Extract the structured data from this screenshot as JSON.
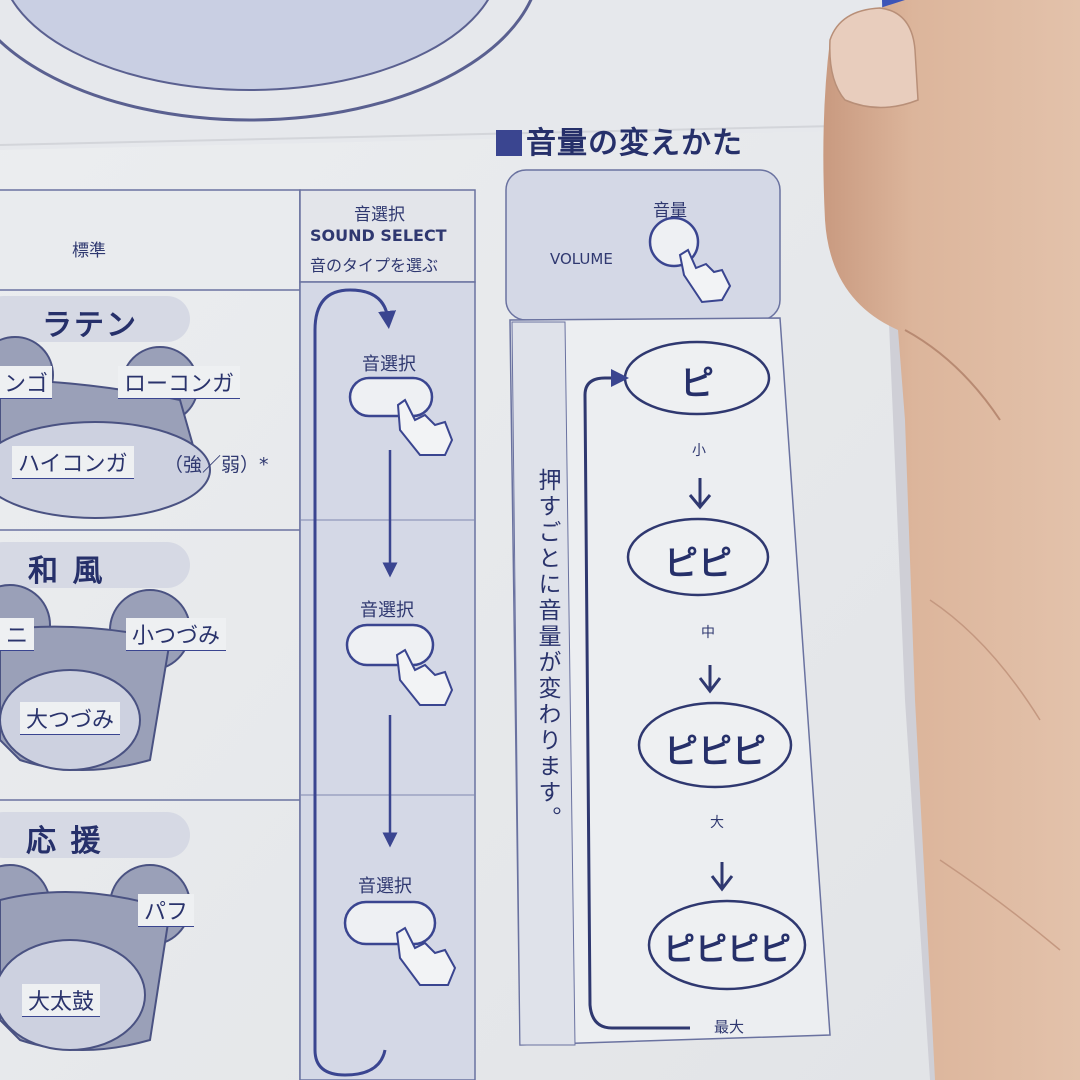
{
  "title": "音量の変えかた",
  "left_column": {
    "header": "標準",
    "categories": [
      {
        "name": "ラテン",
        "items": [
          "ンゴ",
          "ローコンガ",
          "ハイコンガ"
        ],
        "note": "（強／弱）*"
      },
      {
        "name": "和 風",
        "items": [
          "ニ",
          "小つづみ",
          "大つづみ"
        ]
      },
      {
        "name": "応 援",
        "items": [
          "パフ",
          "大太鼓"
        ]
      }
    ]
  },
  "sound_select": {
    "label_jp": "音選択",
    "label_en": "SOUND SELECT",
    "subtitle": "音のタイプを選ぶ",
    "button_labels": [
      "音選択",
      "音選択",
      "音選択"
    ]
  },
  "volume": {
    "label_jp": "音量",
    "label_en": "VOLUME",
    "instruction": "押すごとに音量が変わります。",
    "levels": [
      {
        "sound": "ピ",
        "label": "小"
      },
      {
        "sound": "ピピ",
        "label": "中"
      },
      {
        "sound": "ピピピ",
        "label": "大"
      },
      {
        "sound": "ピピピピ",
        "label": "最大"
      }
    ]
  },
  "colors": {
    "ink": "#2c3570",
    "panel_tint": "#dde1ee",
    "paper": "#eef0f2"
  }
}
